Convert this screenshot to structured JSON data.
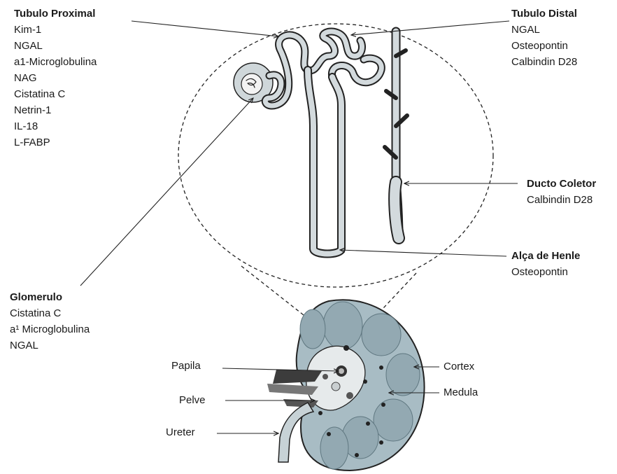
{
  "tubulo_proximal": {
    "title": "Tubulo Proximal",
    "markers": [
      "Kim-1",
      "NGAL",
      "a1-Microglobulina",
      "NAG",
      "Cistatina C",
      "Netrin-1",
      "IL-18",
      "L-FABP"
    ]
  },
  "tubulo_distal": {
    "title": "Tubulo Distal",
    "markers": [
      "NGAL",
      "Osteopontin",
      "Calbindin D28"
    ]
  },
  "ducto_coletor": {
    "title": "Ducto Coletor",
    "markers": [
      "Calbindin D28"
    ]
  },
  "alca_de_henle": {
    "title": "Alça de Henle",
    "markers": [
      "Osteopontin"
    ]
  },
  "glomerulo": {
    "title": "Glomerulo",
    "markers": [
      "Cistatina C",
      "a¹ Microglobulina",
      "NGAL"
    ]
  },
  "kidney_labels": {
    "papila": "Papila",
    "pelve": "Pelve",
    "ureter": "Ureter",
    "cortex": "Cortex",
    "medula": "Medula"
  }
}
